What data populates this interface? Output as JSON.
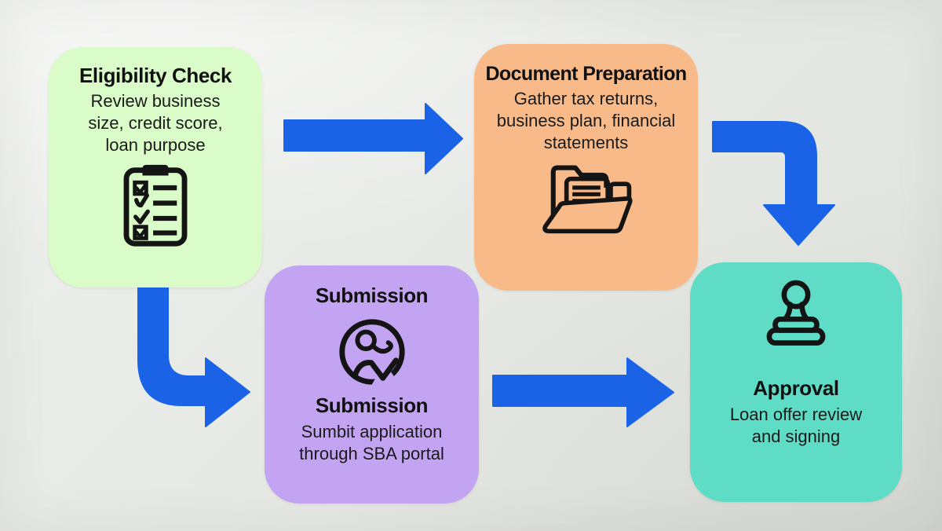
{
  "diagram": {
    "background_color": "#e7e9e5",
    "arrow_color": "#1a63e6",
    "text_color": "#151515",
    "steps": {
      "eligibility": {
        "title": "Eligibility Check",
        "desc_lines": [
          "Review business",
          "size, credit score,",
          "loan purpose"
        ],
        "icon": "checklist-clipboard-icon",
        "color": "#d9fcc8"
      },
      "document": {
        "title": "Document Preparation",
        "desc_lines": [
          "Gather tax returns,",
          "business plan, financial",
          "statements"
        ],
        "icon": "folder-icon",
        "color": "#f9ba89"
      },
      "submission": {
        "heading": "Submission",
        "title": "Submission",
        "desc_lines": [
          "Sumbit application",
          "through SBA portal"
        ],
        "icon": "person-circle-icon",
        "color": "#c2a4f2"
      },
      "approval": {
        "title": "Approval",
        "desc_lines": [
          "Loan offer review",
          "and signing"
        ],
        "icon": "stamp-icon",
        "color": "#5edcc6"
      }
    },
    "arrows": [
      {
        "name": "arrow-eligibility-to-document",
        "direction": "right"
      },
      {
        "name": "arrow-document-to-approval",
        "direction": "right-then-down"
      },
      {
        "name": "arrow-eligibility-to-submission",
        "direction": "down-then-right"
      },
      {
        "name": "arrow-submission-to-approval",
        "direction": "right"
      }
    ]
  }
}
